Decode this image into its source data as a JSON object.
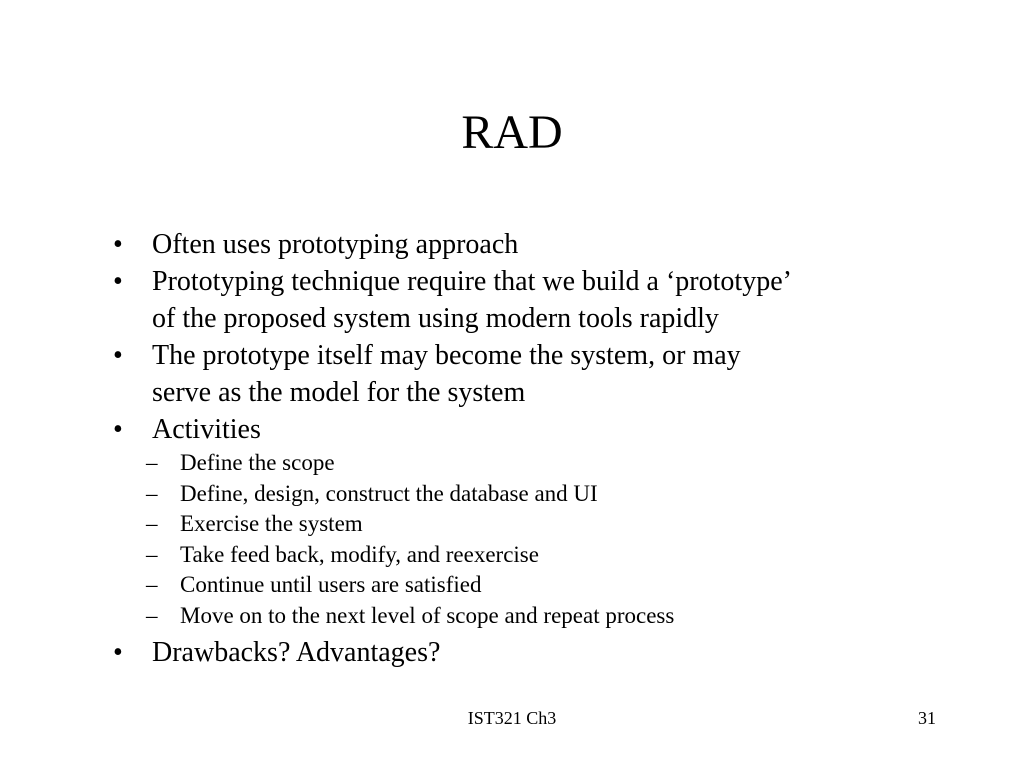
{
  "slide": {
    "title": "RAD",
    "bullets": [
      {
        "lines": [
          "Often uses prototyping approach"
        ]
      },
      {
        "lines": [
          "Prototyping technique require that we build a ‘prototype’",
          "of the proposed system using modern tools rapidly"
        ]
      },
      {
        "lines": [
          "The prototype itself may become the system, or may",
          "serve as the model for the system"
        ]
      },
      {
        "lines": [
          "Activities"
        ]
      },
      {
        "lines": [
          "Drawbacks?  Advantages?"
        ]
      }
    ],
    "activities": [
      "Define the scope",
      "Define, design, construct the database and UI",
      "Exercise the system",
      "Take feed back, modify, and reexercise",
      "Continue until users are satisfied",
      "Move on to the next level of scope and repeat process"
    ],
    "bullet_glyph": "•",
    "dash_glyph": "–"
  },
  "footer": {
    "course": "IST321 Ch3",
    "page_number": "31"
  }
}
